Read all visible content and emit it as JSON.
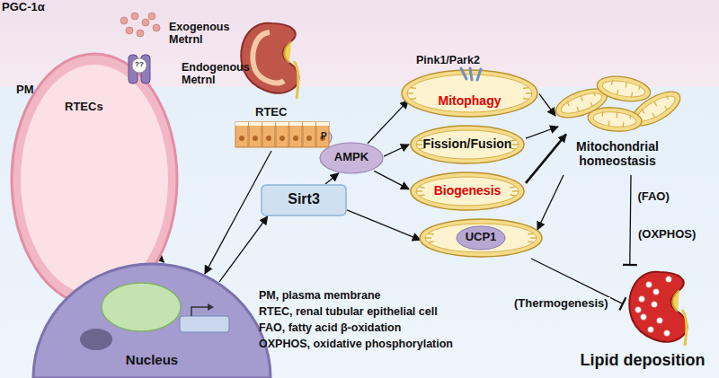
{
  "diagram": {
    "nodes": [
      {
        "text": [
          "Exogenous Metrnl",
          "PM",
          "RTECs"
        ]
      },
      {
        "text": [
          "Endogenous Metrnl",
          "RTEC"
        ]
      },
      {
        "text": [
          "Nucleus"
        ]
      },
      {
        "text": [
          "Sirt3"
        ]
      },
      {
        "text": [
          "AMPK"
        ]
      },
      {
        "text": [
          "Pink1/Park2",
          "Mitophagy"
        ]
      },
      {
        "text": [
          "Fission/Fusion"
        ]
      },
      {
        "text": [
          "Biogenesis"
        ]
      },
      {
        "text": [
          "UCP1"
        ]
      },
      {
        "text": [
          "Mitochondrial homeostasis"
        ]
      },
      {
        "text": [
          "Lipid deposition"
        ]
      }
    ],
    "edges": [
      {
        "from": 0,
        "to": 2,
        "arrow": "to"
      },
      {
        "from": 1,
        "to": 2,
        "arrow": "to"
      },
      {
        "from": 2,
        "to": 3,
        "arrow": "to"
      },
      {
        "from": 3,
        "to": 4,
        "arrow": "to"
      },
      {
        "from": 3,
        "to": 8,
        "arrow": "to"
      },
      {
        "from": 4,
        "to": 5,
        "arrow": "to"
      },
      {
        "from": 4,
        "to": 6,
        "arrow": "to"
      },
      {
        "from": 4,
        "to": 7,
        "arrow": "to"
      },
      {
        "from": 5,
        "to": 9,
        "arrow": "to"
      },
      {
        "from": 6,
        "to": 9,
        "arrow": "to"
      },
      {
        "from": 7,
        "to": 9,
        "arrow": "to"
      },
      {
        "from": 9,
        "to": 8,
        "arrow": "to"
      },
      {
        "from": 9,
        "to": 10,
        "arrow": "to",
        "label": "(FAO)"
      },
      {
        "from": 8,
        "to": 10,
        "arrow": "to",
        "label": "(Thermogenesis)"
      }
    ],
    "labels": [
      "PGC-1α",
      "??",
      "P",
      "(OXPHOS)",
      "PM, plasma membrane",
      "RTEC, renal tubular epithelial cell",
      "FAO, fatty acid β-oxidation",
      "OXPHOS, oxidative phosphorylation"
    ]
  }
}
